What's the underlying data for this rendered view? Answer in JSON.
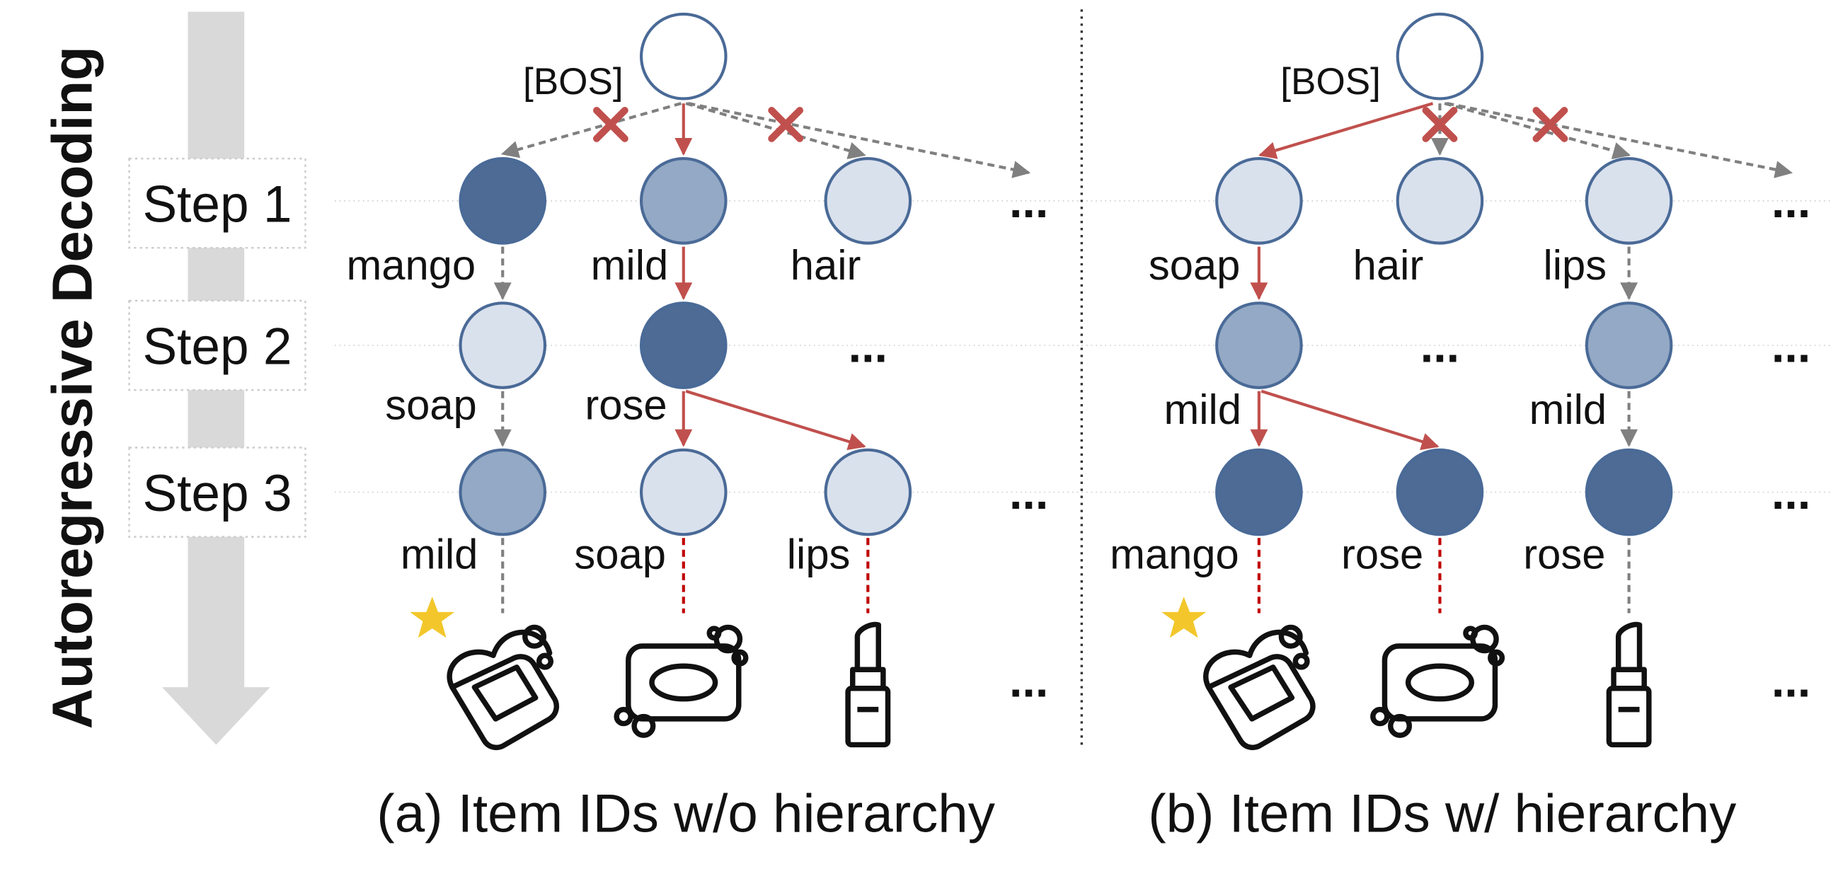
{
  "colors": {
    "node_light": "#d9e1ed",
    "node_mid": "#93a9c5",
    "node_dark": "#4d6b94",
    "node_stroke": "#4a6a97",
    "path_red": "#c0504d",
    "path_gray": "#808080",
    "cross_red": "#c0504d",
    "star": "#f3c72b",
    "big_arrow": "#d9d9d9"
  },
  "left_axis": {
    "title": "Autoregressive Decoding",
    "steps": [
      "Step 1",
      "Step 2",
      "Step 3"
    ]
  },
  "panel_a": {
    "caption": "(a) Item IDs w/o hierarchy",
    "bos": "[BOS]",
    "step1": [
      "mango",
      "mild",
      "hair"
    ],
    "step2": [
      "soap",
      "rose"
    ],
    "step3": [
      "mild",
      "soap",
      "lips"
    ],
    "ellipsis": "...",
    "items": [
      "soap-bubbles-icon",
      "soap-bar-icon",
      "lipstick-icon"
    ],
    "starred_item": "soap-bubbles-icon"
  },
  "panel_b": {
    "caption": "(b) Item IDs w/ hierarchy",
    "bos": "[BOS]",
    "step1": [
      "soap",
      "hair",
      "lips"
    ],
    "step2": [
      "mild",
      "mild"
    ],
    "step3": [
      "mango",
      "rose",
      "rose"
    ],
    "ellipsis": "...",
    "items": [
      "soap-bubbles-icon",
      "soap-bar-icon",
      "lipstick-icon"
    ],
    "starred_item": "soap-bubbles-icon"
  }
}
